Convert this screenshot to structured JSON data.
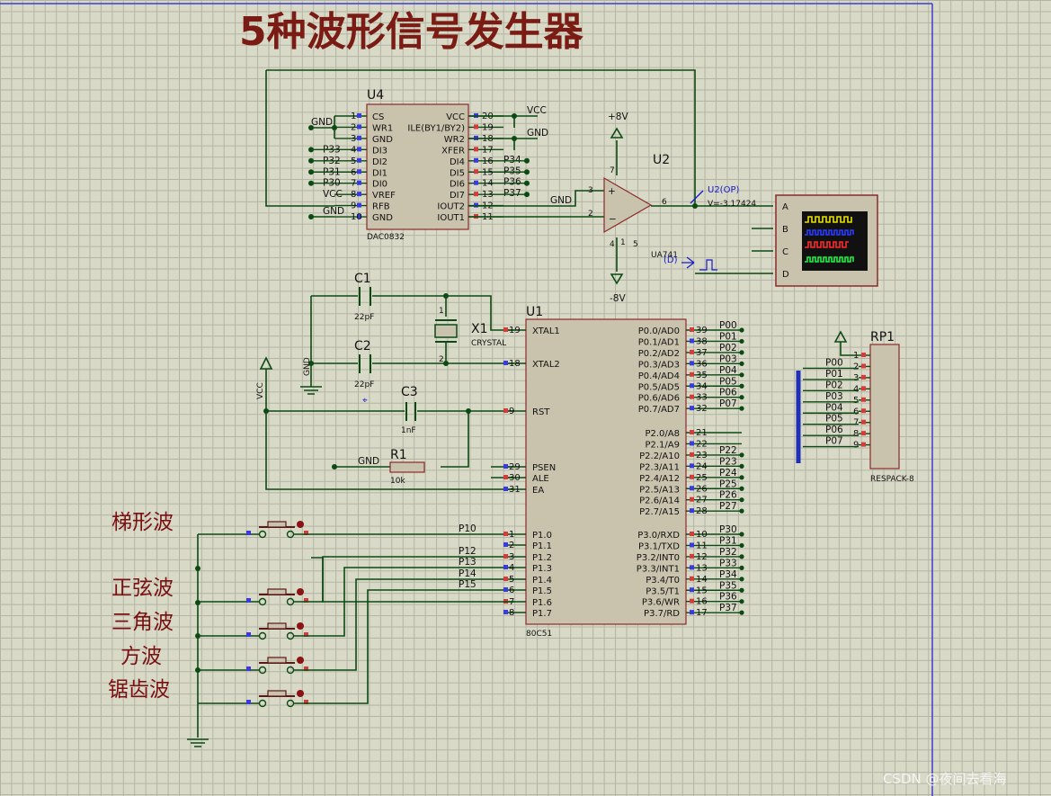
{
  "title": "5种波形信号发生器",
  "watermark": "CSDN @夜间去看海",
  "colors": {
    "wire": "#0b4a12",
    "body": "#c9c3ad",
    "outline": "#8a2a2a",
    "title": "#7a1c14",
    "probe": "#1a1acc"
  },
  "u4": {
    "ref": "U4",
    "part": "DAC0832",
    "left_pins": [
      {
        "num": "1",
        "name": "CS"
      },
      {
        "num": "2",
        "name": "WR1"
      },
      {
        "num": "3",
        "name": "GND"
      },
      {
        "num": "4",
        "name": "DI3"
      },
      {
        "num": "5",
        "name": "DI2"
      },
      {
        "num": "6",
        "name": "DI1"
      },
      {
        "num": "7",
        "name": "DI0"
      },
      {
        "num": "8",
        "name": "VREF"
      },
      {
        "num": "9",
        "name": "RFB"
      },
      {
        "num": "10",
        "name": "GND"
      }
    ],
    "right_pins": [
      {
        "num": "20",
        "name": "VCC"
      },
      {
        "num": "19",
        "name": "ILE(BY1/BY2)"
      },
      {
        "num": "18",
        "name": "WR2"
      },
      {
        "num": "17",
        "name": "XFER"
      },
      {
        "num": "16",
        "name": "DI4"
      },
      {
        "num": "15",
        "name": "DI5"
      },
      {
        "num": "14",
        "name": "DI6"
      },
      {
        "num": "13",
        "name": "DI7"
      },
      {
        "num": "12",
        "name": "IOUT2"
      },
      {
        "num": "11",
        "name": "IOUT1"
      }
    ],
    "left_nets": [
      "GND",
      "",
      "",
      "P33",
      "P32",
      "P31",
      "P30",
      "VCC",
      "",
      "GND"
    ],
    "right_nets": [
      "VCC",
      "",
      "GND",
      "",
      "P34",
      "P35",
      "P36",
      "P37",
      "",
      ""
    ]
  },
  "u2": {
    "ref": "U2",
    "part": "UA741",
    "plus": "+8V",
    "minus": "-8V",
    "pins": {
      "p7": "7",
      "p3": "3",
      "p2": "2",
      "p6": "6",
      "p4": "4",
      "p1": "1",
      "p5": "5"
    },
    "gnd": "GND"
  },
  "probes": {
    "op_name": "U2(OP)",
    "op_value": "V=-3.17424",
    "dig_name": "(D)"
  },
  "scope": {
    "channels": [
      "A",
      "B",
      "C",
      "D"
    ]
  },
  "caps": [
    {
      "ref": "C1",
      "value": "22pF"
    },
    {
      "ref": "C2",
      "value": "22pF"
    },
    {
      "ref": "C3",
      "value": "1nF"
    }
  ],
  "x1": {
    "ref": "X1",
    "value": "CRYSTAL",
    "pin1": "1",
    "pin2": "2"
  },
  "r1": {
    "ref": "R1",
    "value": "10k"
  },
  "u1": {
    "ref": "U1",
    "part": "80C51",
    "left_pins": [
      {
        "num": "19",
        "name": "XTAL1"
      },
      {
        "num": "18",
        "name": "XTAL2"
      },
      {
        "num": "9",
        "name": "RST"
      },
      {
        "num": "29",
        "name": "PSEN"
      },
      {
        "num": "30",
        "name": "ALE"
      },
      {
        "num": "31",
        "name": "EA"
      },
      {
        "num": "1",
        "name": "P1.0"
      },
      {
        "num": "2",
        "name": "P1.1"
      },
      {
        "num": "3",
        "name": "P1.2"
      },
      {
        "num": "4",
        "name": "P1.3"
      },
      {
        "num": "5",
        "name": "P1.4"
      },
      {
        "num": "6",
        "name": "P1.5"
      },
      {
        "num": "7",
        "name": "P1.6"
      },
      {
        "num": "8",
        "name": "P1.7"
      }
    ],
    "p0": [
      {
        "num": "39",
        "name": "P0.0/AD0",
        "net": "P00"
      },
      {
        "num": "38",
        "name": "P0.1/AD1",
        "net": "P01"
      },
      {
        "num": "37",
        "name": "P0.2/AD2",
        "net": "P02"
      },
      {
        "num": "36",
        "name": "P0.3/AD3",
        "net": "P03"
      },
      {
        "num": "35",
        "name": "P0.4/AD4",
        "net": "P04"
      },
      {
        "num": "34",
        "name": "P0.5/AD5",
        "net": "P05"
      },
      {
        "num": "33",
        "name": "P0.6/AD6",
        "net": "P06"
      },
      {
        "num": "32",
        "name": "P0.7/AD7",
        "net": "P07"
      }
    ],
    "p2": [
      {
        "num": "21",
        "name": "P2.0/A8",
        "net": ""
      },
      {
        "num": "22",
        "name": "P2.1/A9",
        "net": ""
      },
      {
        "num": "23",
        "name": "P2.2/A10",
        "net": "P22"
      },
      {
        "num": "24",
        "name": "P2.3/A11",
        "net": "P23"
      },
      {
        "num": "25",
        "name": "P2.4/A12",
        "net": "P24"
      },
      {
        "num": "26",
        "name": "P2.5/A13",
        "net": "P25"
      },
      {
        "num": "27",
        "name": "P2.6/A14",
        "net": "P26"
      },
      {
        "num": "28",
        "name": "P2.7/A15",
        "net": "P27"
      }
    ],
    "p3": [
      {
        "num": "10",
        "name": "P3.0/RXD",
        "net": "P30"
      },
      {
        "num": "11",
        "name": "P3.1/TXD",
        "net": "P31"
      },
      {
        "num": "12",
        "name": "P3.2/INT0",
        "net": "P32"
      },
      {
        "num": "13",
        "name": "P3.3/INT1",
        "net": "P33"
      },
      {
        "num": "14",
        "name": "P3.4/T0",
        "net": "P34"
      },
      {
        "num": "15",
        "name": "P3.5/T1",
        "net": "P35"
      },
      {
        "num": "16",
        "name": "P3.6/WR",
        "net": "P36"
      },
      {
        "num": "17",
        "name": "P3.7/RD",
        "net": "P37"
      }
    ],
    "p1_nets": [
      "P10",
      "",
      "P12",
      "P13",
      "P14",
      "P15",
      "",
      ""
    ]
  },
  "rp1": {
    "ref": "RP1",
    "part": "RESPACK-8",
    "pins": [
      {
        "num": "1",
        "net": ""
      },
      {
        "num": "2",
        "net": "P00"
      },
      {
        "num": "3",
        "net": "P01"
      },
      {
        "num": "4",
        "net": "P02"
      },
      {
        "num": "5",
        "net": "P03"
      },
      {
        "num": "6",
        "net": "P04"
      },
      {
        "num": "7",
        "net": "P05"
      },
      {
        "num": "8",
        "net": "P06"
      },
      {
        "num": "9",
        "net": "P07"
      }
    ]
  },
  "nets_misc": {
    "vcc": "VCC",
    "gnd": "GND"
  },
  "wave_labels": [
    "梯形波",
    "正弦波",
    "三角波",
    "方波",
    "锯齿波"
  ]
}
